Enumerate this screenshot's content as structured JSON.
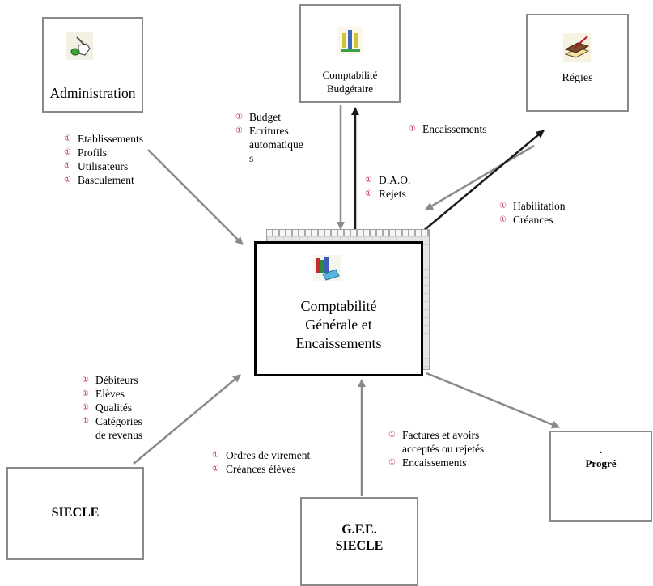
{
  "colors": {
    "arrow_gray": "#8a8a8a",
    "arrow_dark": "#1a1a1a",
    "bullet": "#c0405a",
    "box_border": "#8a8a8a"
  },
  "bullet_glyph": "①",
  "boxes": {
    "administration": {
      "title": "Administration",
      "icon": "hand-pointer-icon"
    },
    "budgetaire": {
      "line1": "Comptabilité",
      "line2": "Budgétaire",
      "icon": "scales-icon"
    },
    "regies": {
      "title": "Régies",
      "icon": "book-quill-icon"
    },
    "central": {
      "line1": "Comptabilité",
      "line2": "Générale et",
      "line3": "Encaissements",
      "icon": "books-icon"
    },
    "siecle": {
      "title": "SIECLE"
    },
    "gfe": {
      "line1": "G.F.E.",
      "line2": "SIECLE"
    },
    "progre": {
      "dot": ".",
      "title": "Progré"
    }
  },
  "labels": {
    "admin_to_central": [
      "Etablissements",
      "Profils",
      "Utilisateurs",
      "Basculement"
    ],
    "budget_to_central": [
      "Budget",
      "Ecritures\nautomatique\ns"
    ],
    "central_to_budget": [
      "D.A.O.",
      "Rejets"
    ],
    "regies_to_central": [
      "Encaissements"
    ],
    "central_to_regies": [
      "Habilitation",
      "Créances"
    ],
    "siecle_to_central": [
      "Débiteurs",
      "Elèves",
      "Qualités",
      "Catégories\nde revenus"
    ],
    "gfe_to_central": [
      "Ordres de virement",
      "Créances élèves"
    ],
    "central_to_progre": [
      "Factures et avoirs\nacceptés ou rejetés",
      "Encaissements"
    ]
  }
}
